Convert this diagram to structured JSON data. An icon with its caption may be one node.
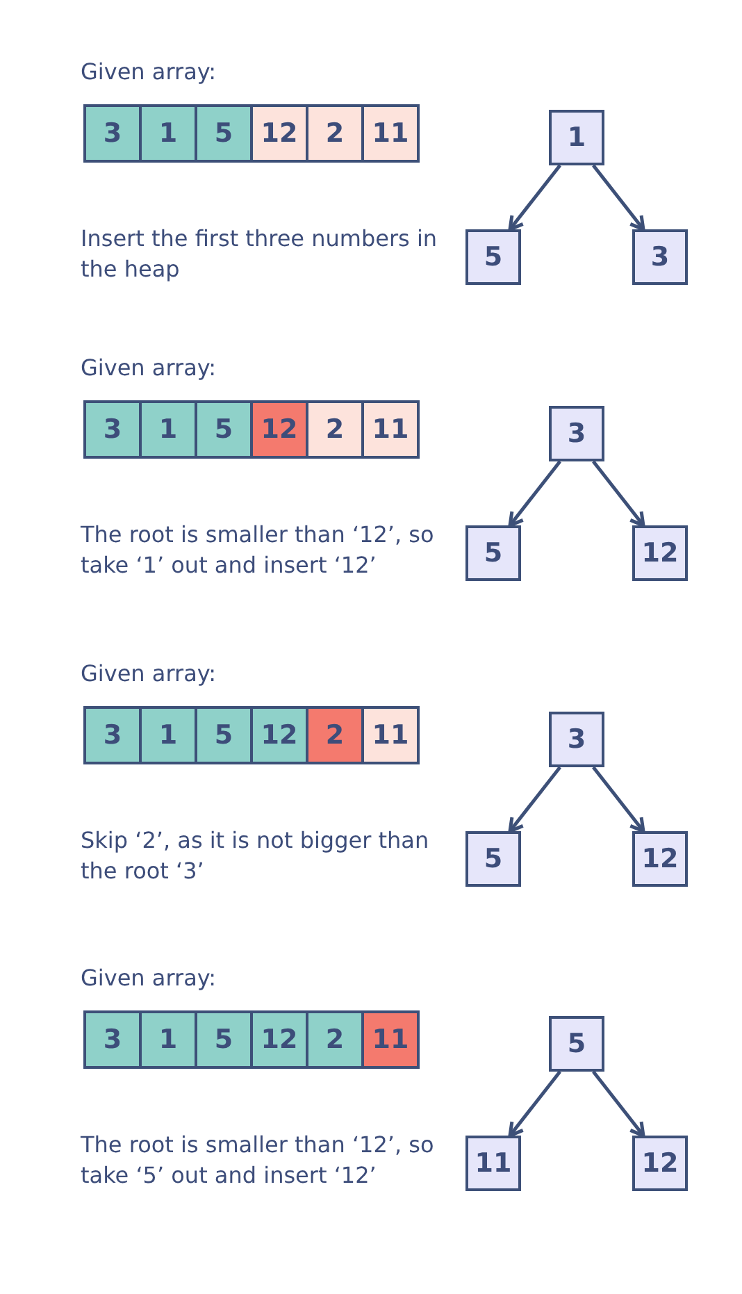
{
  "diagram": {
    "nodes": [
      {
        "text": [
          "3"
        ]
      },
      {
        "text": [
          "1"
        ]
      },
      {
        "text": [
          "5"
        ]
      },
      {
        "text": [
          "12"
        ]
      },
      {
        "text": [
          "2"
        ]
      },
      {
        "text": [
          "11"
        ]
      },
      {
        "text": [
          "1"
        ]
      },
      {
        "text": [
          "5"
        ]
      },
      {
        "text": [
          "3"
        ]
      },
      {
        "text": [
          "3"
        ]
      },
      {
        "text": [
          "1"
        ]
      },
      {
        "text": [
          "5"
        ]
      },
      {
        "text": [
          "12"
        ]
      },
      {
        "text": [
          "2"
        ]
      },
      {
        "text": [
          "11"
        ]
      },
      {
        "text": [
          "3"
        ]
      },
      {
        "text": [
          "5"
        ]
      },
      {
        "text": [
          "12"
        ]
      },
      {
        "text": [
          "3"
        ]
      },
      {
        "text": [
          "1"
        ]
      },
      {
        "text": [
          "5"
        ]
      },
      {
        "text": [
          "12"
        ]
      },
      {
        "text": [
          "2"
        ]
      },
      {
        "text": [
          "11"
        ]
      },
      {
        "text": [
          "3"
        ]
      },
      {
        "text": [
          "5"
        ]
      },
      {
        "text": [
          "12"
        ]
      },
      {
        "text": [
          "3"
        ]
      },
      {
        "text": [
          "1"
        ]
      },
      {
        "text": [
          "5"
        ]
      },
      {
        "text": [
          "12"
        ]
      },
      {
        "text": [
          "2"
        ]
      },
      {
        "text": [
          "11"
        ]
      },
      {
        "text": [
          "5"
        ]
      },
      {
        "text": [
          "11"
        ]
      },
      {
        "text": [
          "12"
        ]
      }
    ],
    "edges": [
      {
        "from": 6,
        "to": 7,
        "arrow": "to"
      },
      {
        "from": 6,
        "to": 8,
        "arrow": "to"
      },
      {
        "from": 15,
        "to": 16,
        "arrow": "to"
      },
      {
        "from": 15,
        "to": 17,
        "arrow": "to"
      },
      {
        "from": 24,
        "to": 25,
        "arrow": "to"
      },
      {
        "from": 24,
        "to": 26,
        "arrow": "to"
      },
      {
        "from": 33,
        "to": 34,
        "arrow": "to"
      },
      {
        "from": 33,
        "to": 35,
        "arrow": "to"
      }
    ],
    "labels": [
      "Given array:",
      "Insert the first three numbers in the heap",
      "Given array:",
      "The root is smaller than ‘12’, so take ‘1’ out and insert ‘12’",
      "Given array:",
      "Skip ‘2’, as it is not bigger than the root ‘3’",
      "Given array:",
      "The root is smaller than ‘12’, so take ‘5’ out and insert ‘12’"
    ]
  }
}
